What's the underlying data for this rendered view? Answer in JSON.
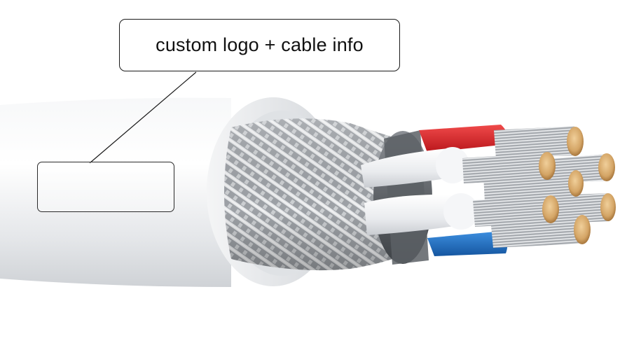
{
  "callout": {
    "label": "custom logo + cable info"
  },
  "colors": {
    "jacket": "#e9eaec",
    "braid": "#b9bcc0",
    "foil": "#6d7176",
    "insulation_red": "#e0262b",
    "insulation_blue": "#1f6fc4",
    "insulation_white": "#eef0f3",
    "copper_core": "#d9b07a"
  },
  "illustration": {
    "subject": "shielded multi-core cable cross-section",
    "logo_area": "empty"
  }
}
